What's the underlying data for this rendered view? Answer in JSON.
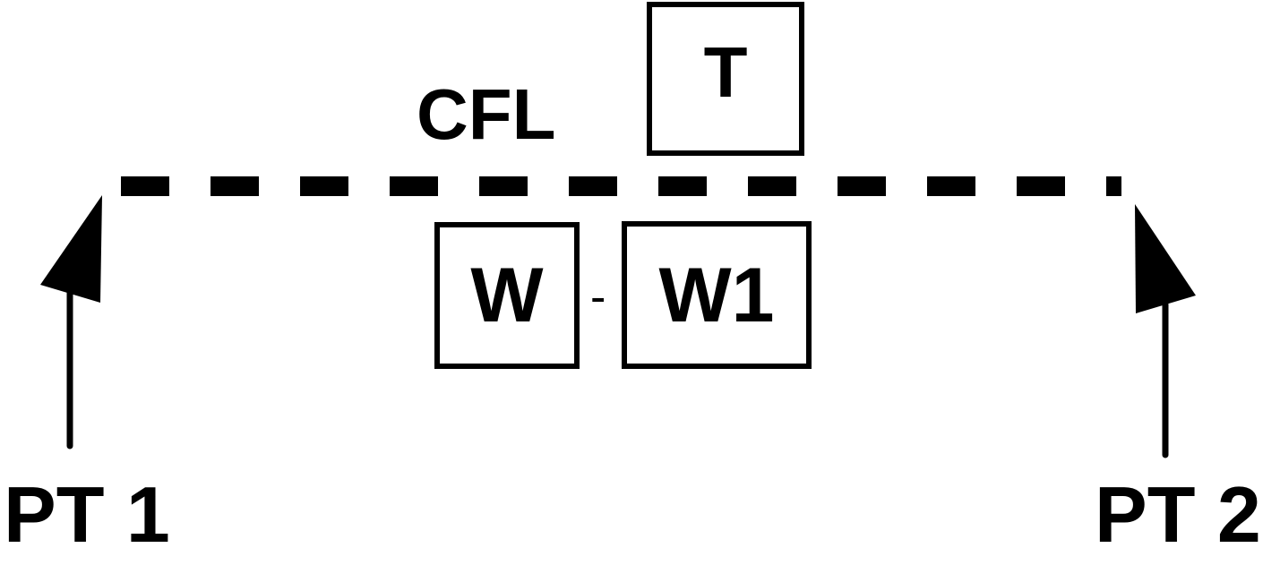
{
  "diagram": {
    "cfl_label": "CFL",
    "t_box": "T",
    "w_box": "W",
    "dash_separator": "-",
    "w1_box": "W1",
    "pt1_label": "PT 1",
    "pt2_label": "PT 2"
  },
  "colors": {
    "stroke": "#000000",
    "background": "#ffffff"
  }
}
